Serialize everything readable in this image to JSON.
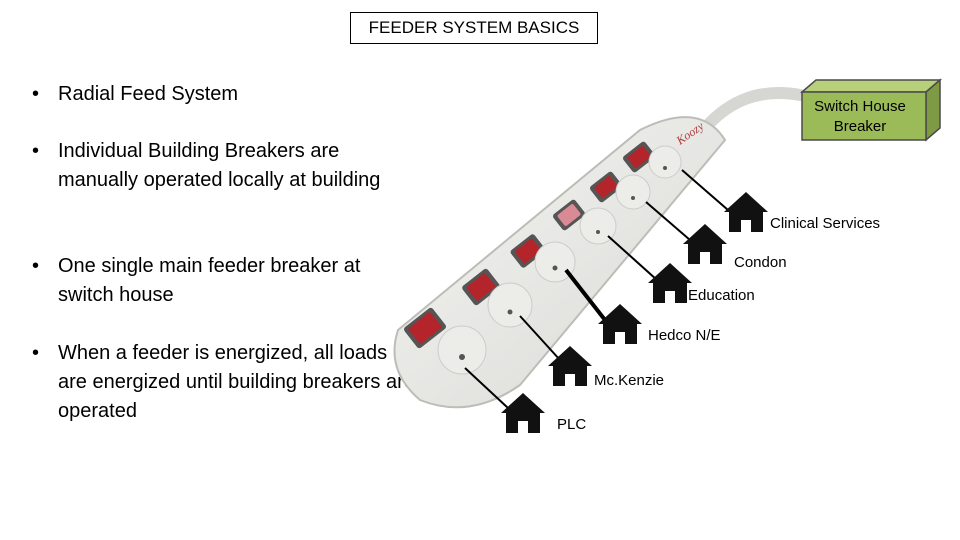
{
  "title": "FEEDER SYSTEM BASICS",
  "bullets": [
    "Radial Feed System",
    "Individual Building Breakers are manually operated locally at building",
    "One single main feeder breaker at switch house",
    "When a feeder is energized, all loads are energized until building breakers are operated"
  ],
  "switch_house": {
    "label": "Switch House Breaker",
    "color": "#9bbb59"
  },
  "power_strip_logo": "Koozy",
  "buildings": [
    {
      "name": "Clinical Services"
    },
    {
      "name": "Condon"
    },
    {
      "name": "Education"
    },
    {
      "name": "Hedco N/E"
    },
    {
      "name": "Mc.Kenzie"
    },
    {
      "name": "PLC"
    }
  ],
  "switch_color": "#b3252a"
}
